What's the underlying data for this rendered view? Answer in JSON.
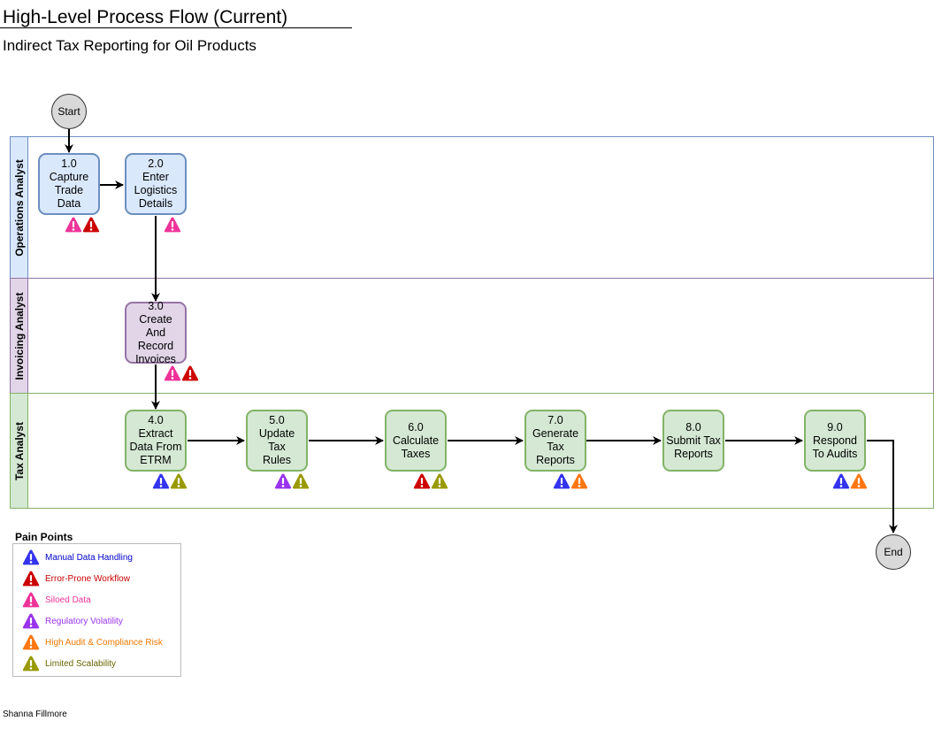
{
  "diagram": {
    "title": "High-Level Process Flow (Current)",
    "subtitle": "Indirect Tax Reporting for Oil Products",
    "author": "Shanna Fillmore"
  },
  "lanes": {
    "ops": "Operations Analyst",
    "inv": "Invoicing Analyst",
    "tax": "Tax Analyst"
  },
  "terminals": {
    "start": "Start",
    "end": "End"
  },
  "steps": {
    "s1": [
      "1.0",
      "Capture",
      "Trade Data"
    ],
    "s2": [
      "2.0",
      "Enter",
      "Logistics",
      "Details"
    ],
    "s3": [
      "3.0",
      "Create And",
      "Record",
      "Invoices"
    ],
    "s4": [
      "4.0",
      "Extract",
      "Data From",
      "ETRM"
    ],
    "s5": [
      "5.0",
      "Update Tax",
      "Rules"
    ],
    "s6": [
      "6.0",
      "Calculate",
      "Taxes"
    ],
    "s7": [
      "7.0",
      "Generate",
      "Tax",
      "Reports"
    ],
    "s8": [
      "8.0",
      "Submit Tax",
      "Reports"
    ],
    "s9": [
      "9.0",
      "Respond",
      "To Audits"
    ]
  },
  "pain_points": {
    "s1": [
      "siloed",
      "error"
    ],
    "s2": [
      "siloed"
    ],
    "s3": [
      "siloed",
      "error"
    ],
    "s4": [
      "manual",
      "scalability"
    ],
    "s5": [
      "regulatory",
      "scalability"
    ],
    "s6": [
      "error",
      "scalability"
    ],
    "s7": [
      "manual",
      "audit"
    ],
    "s9": [
      "manual",
      "audit"
    ]
  },
  "legend": {
    "title": "Pain Points",
    "items": {
      "manual": {
        "label": "Manual Data Handling",
        "color": "#3333ee"
      },
      "error": {
        "label": "Error-Prone Workflow",
        "color": "#cc0000"
      },
      "siloed": {
        "label": "Siloed Data",
        "color": "#ee3399"
      },
      "regulatory": {
        "label": "Regulatory Volatility",
        "color": "#9933ee"
      },
      "audit": {
        "label": "High Audit & Compliance Risk",
        "color": "#ff7711"
      },
      "scalability": {
        "label": "Limited Scalability",
        "color": "#999900"
      }
    },
    "text_colors": {
      "manual": "#0000cc",
      "error": "#cc0000",
      "siloed": "#ee3399",
      "regulatory": "#9933ee",
      "audit": "#ee7700",
      "scalability": "#666600"
    }
  }
}
